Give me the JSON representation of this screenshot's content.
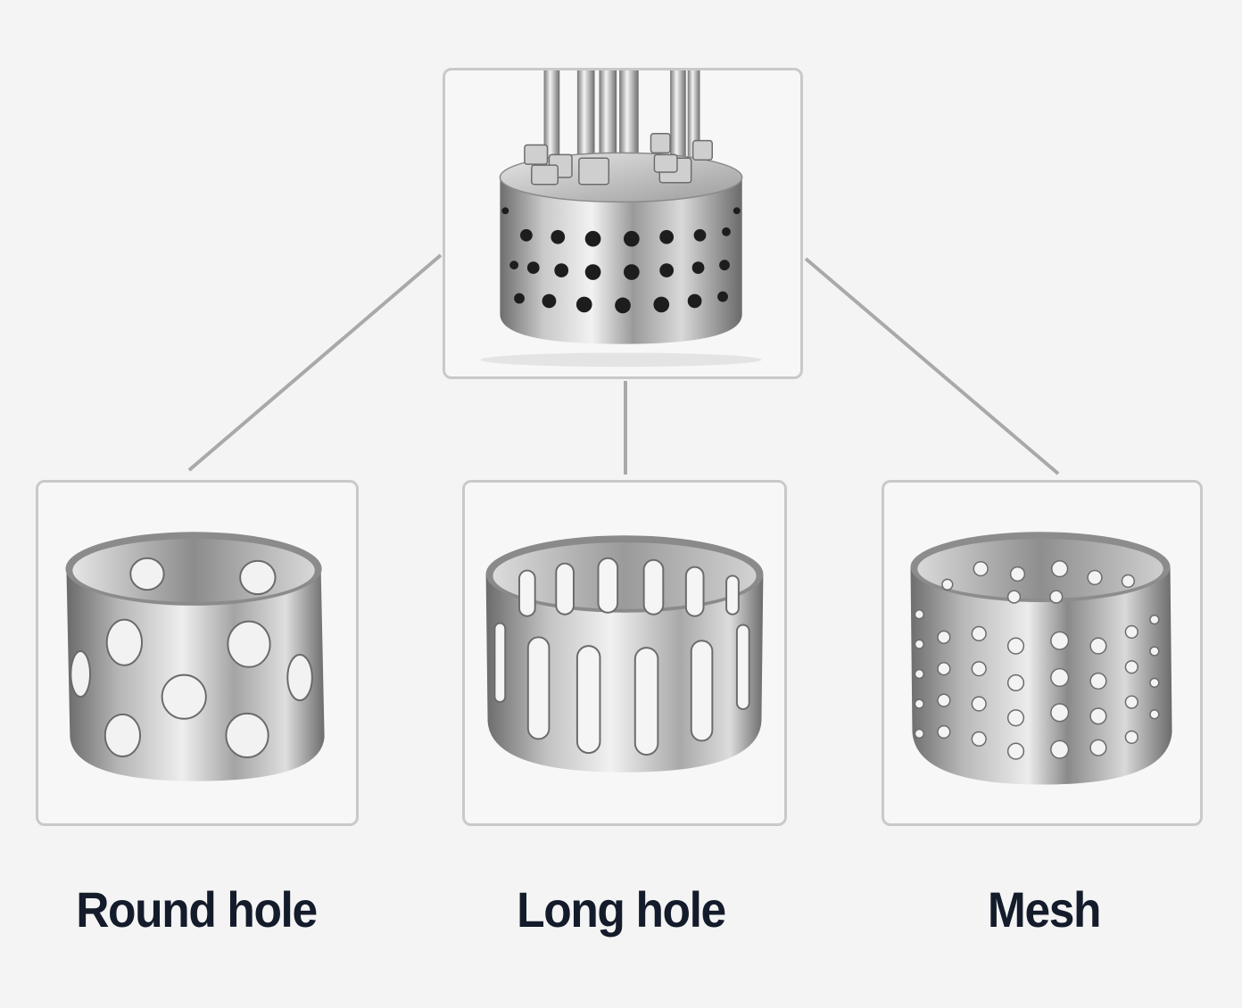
{
  "assembly": {
    "icon": "agitator-head-assembly-icon"
  },
  "options": [
    {
      "label": "Round hole",
      "icon": "round-hole-ring-icon"
    },
    {
      "label": "Long hole",
      "icon": "long-hole-ring-icon"
    },
    {
      "label": "Mesh",
      "icon": "mesh-ring-icon"
    }
  ],
  "colors": {
    "background": "#f4f4f4",
    "frame_border": "#c9c9c9",
    "connector": "#a9a9a9",
    "caption_text": "#141b2b",
    "steel_light": "#eeeeee",
    "steel_dark": "#7a7a7a"
  }
}
